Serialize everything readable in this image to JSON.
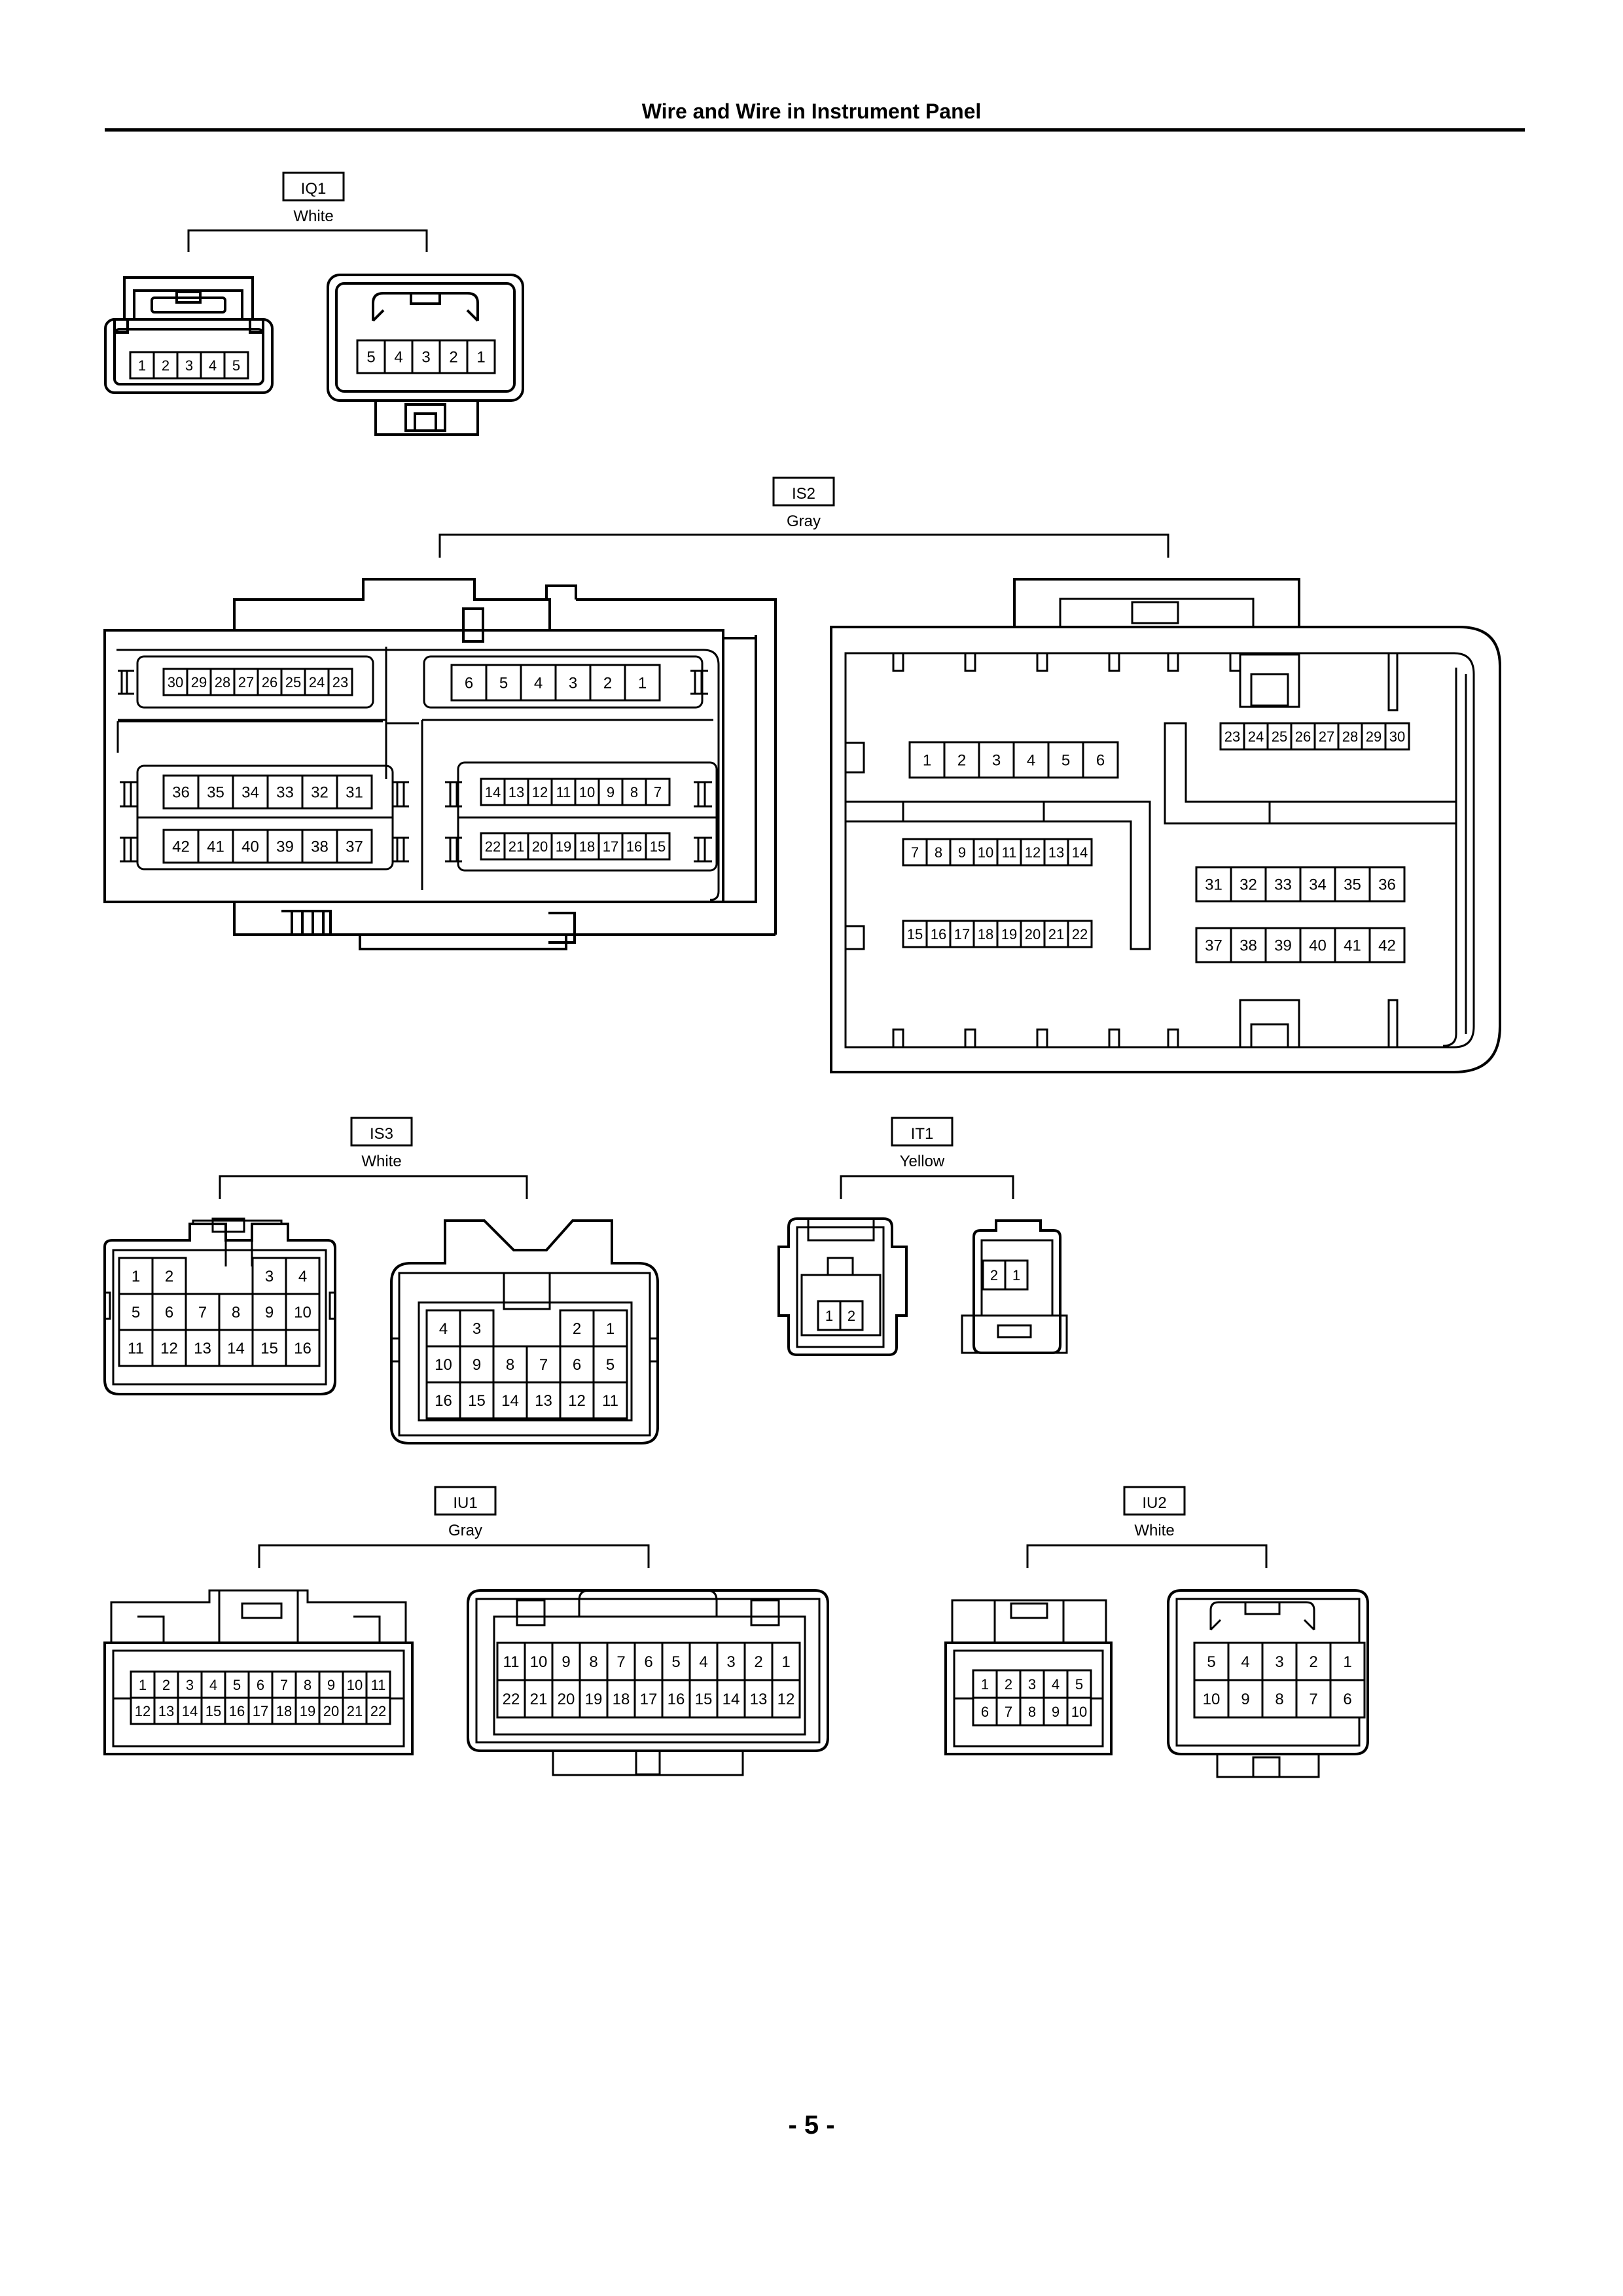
{
  "page": {
    "title": "Wire and Wire in Instrument Panel",
    "page_number": "- 5 -"
  },
  "connectors": {
    "IQ1": {
      "code": "IQ1",
      "color": "White",
      "left": {
        "rows": [
          [
            "1",
            "2",
            "3",
            "4",
            "5"
          ]
        ]
      },
      "right": {
        "rows": [
          [
            "5",
            "4",
            "3",
            "2",
            "1"
          ]
        ]
      }
    },
    "IS2": {
      "code": "IS2",
      "color": "Gray",
      "left": {
        "blocks": [
          [
            "30",
            "29",
            "28",
            "27",
            "26",
            "25",
            "24",
            "23"
          ],
          [
            "6",
            "5",
            "4",
            "3",
            "2",
            "1"
          ],
          [
            "36",
            "35",
            "34",
            "33",
            "32",
            "31"
          ],
          [
            "14",
            "13",
            "12",
            "11",
            "10",
            "9",
            "8",
            "7"
          ],
          [
            "42",
            "41",
            "40",
            "39",
            "38",
            "37"
          ],
          [
            "22",
            "21",
            "20",
            "19",
            "18",
            "17",
            "16",
            "15"
          ]
        ]
      },
      "right": {
        "blocks": [
          [
            "23",
            "24",
            "25",
            "26",
            "27",
            "28",
            "29",
            "30"
          ],
          [
            "1",
            "2",
            "3",
            "4",
            "5",
            "6"
          ],
          [
            "7",
            "8",
            "9",
            "10",
            "11",
            "12",
            "13",
            "14"
          ],
          [
            "31",
            "32",
            "33",
            "34",
            "35",
            "36"
          ],
          [
            "15",
            "16",
            "17",
            "18",
            "19",
            "20",
            "21",
            "22"
          ],
          [
            "37",
            "38",
            "39",
            "40",
            "41",
            "42"
          ]
        ]
      }
    },
    "IS3": {
      "code": "IS3",
      "color": "White",
      "left": {
        "rows": [
          [
            "1",
            "2",
            "",
            "",
            "3",
            "4"
          ],
          [
            "5",
            "6",
            "7",
            "8",
            "9",
            "10"
          ],
          [
            "11",
            "12",
            "13",
            "14",
            "15",
            "16"
          ]
        ]
      },
      "right": {
        "rows": [
          [
            "4",
            "3",
            "",
            "",
            "2",
            "1"
          ],
          [
            "10",
            "9",
            "8",
            "7",
            "6",
            "5"
          ],
          [
            "16",
            "15",
            "14",
            "13",
            "12",
            "11"
          ]
        ]
      }
    },
    "IT1": {
      "code": "IT1",
      "color": "Yellow",
      "left": {
        "rows": [
          [
            "1",
            "2"
          ]
        ]
      },
      "right": {
        "rows": [
          [
            "2",
            "1"
          ]
        ]
      }
    },
    "IU1": {
      "code": "IU1",
      "color": "Gray",
      "left": {
        "rows": [
          [
            "1",
            "2",
            "3",
            "4",
            "5",
            "6",
            "7",
            "8",
            "9",
            "10",
            "11"
          ],
          [
            "12",
            "13",
            "14",
            "15",
            "16",
            "17",
            "18",
            "19",
            "20",
            "21",
            "22"
          ]
        ]
      },
      "right": {
        "rows": [
          [
            "11",
            "10",
            "9",
            "8",
            "7",
            "6",
            "5",
            "4",
            "3",
            "2",
            "1"
          ],
          [
            "22",
            "21",
            "20",
            "19",
            "18",
            "17",
            "16",
            "15",
            "14",
            "13",
            "12"
          ]
        ]
      }
    },
    "IU2": {
      "code": "IU2",
      "color": "White",
      "left": {
        "rows": [
          [
            "1",
            "2",
            "3",
            "4",
            "5"
          ],
          [
            "6",
            "7",
            "8",
            "9",
            "10"
          ]
        ]
      },
      "right": {
        "rows": [
          [
            "5",
            "4",
            "3",
            "2",
            "1"
          ],
          [
            "10",
            "9",
            "8",
            "7",
            "6"
          ]
        ]
      }
    }
  }
}
